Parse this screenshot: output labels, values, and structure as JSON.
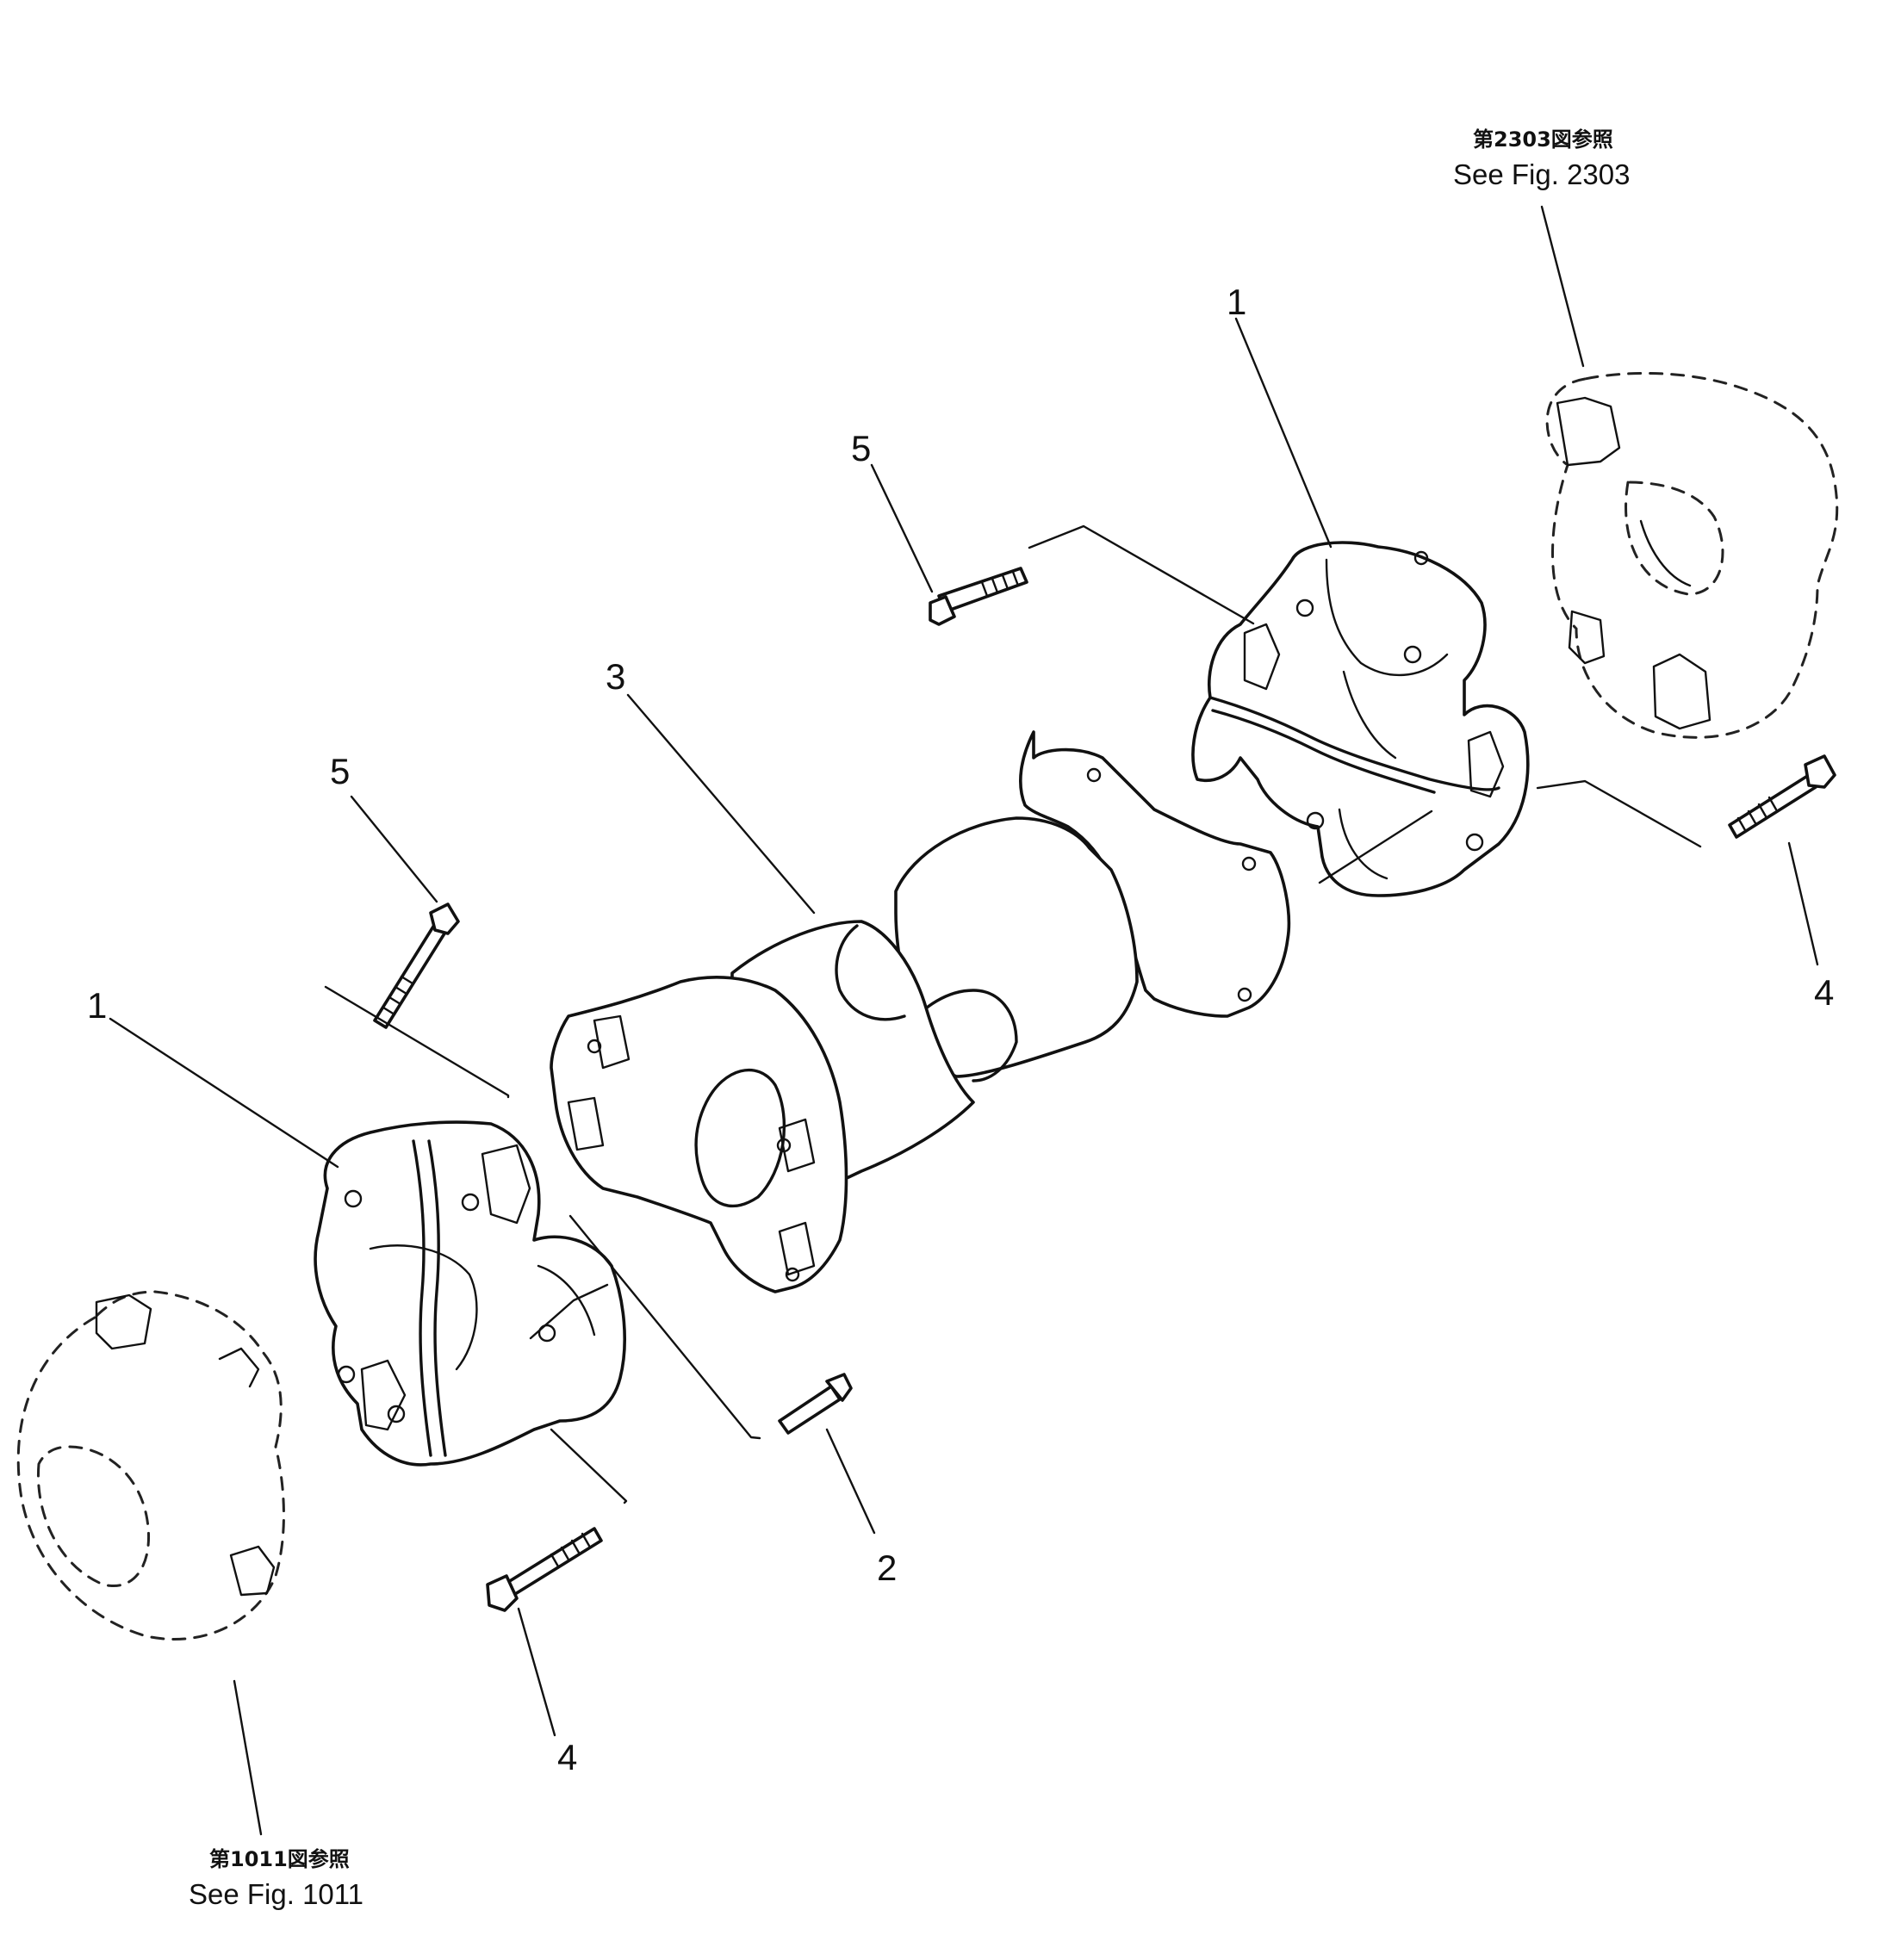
{
  "callouts": {
    "top_right_part_1": "1",
    "top_part_5": "5",
    "part_3": "3",
    "left_part_5": "5",
    "left_part_1": "1",
    "right_part_4": "4",
    "part_2": "2",
    "bottom_part_4": "4"
  },
  "references": {
    "top": {
      "jp": "第2303図参照",
      "en": "See Fig. 2303"
    },
    "bottom": {
      "jp": "第1011図参照",
      "en": "See Fig. 1011"
    }
  }
}
